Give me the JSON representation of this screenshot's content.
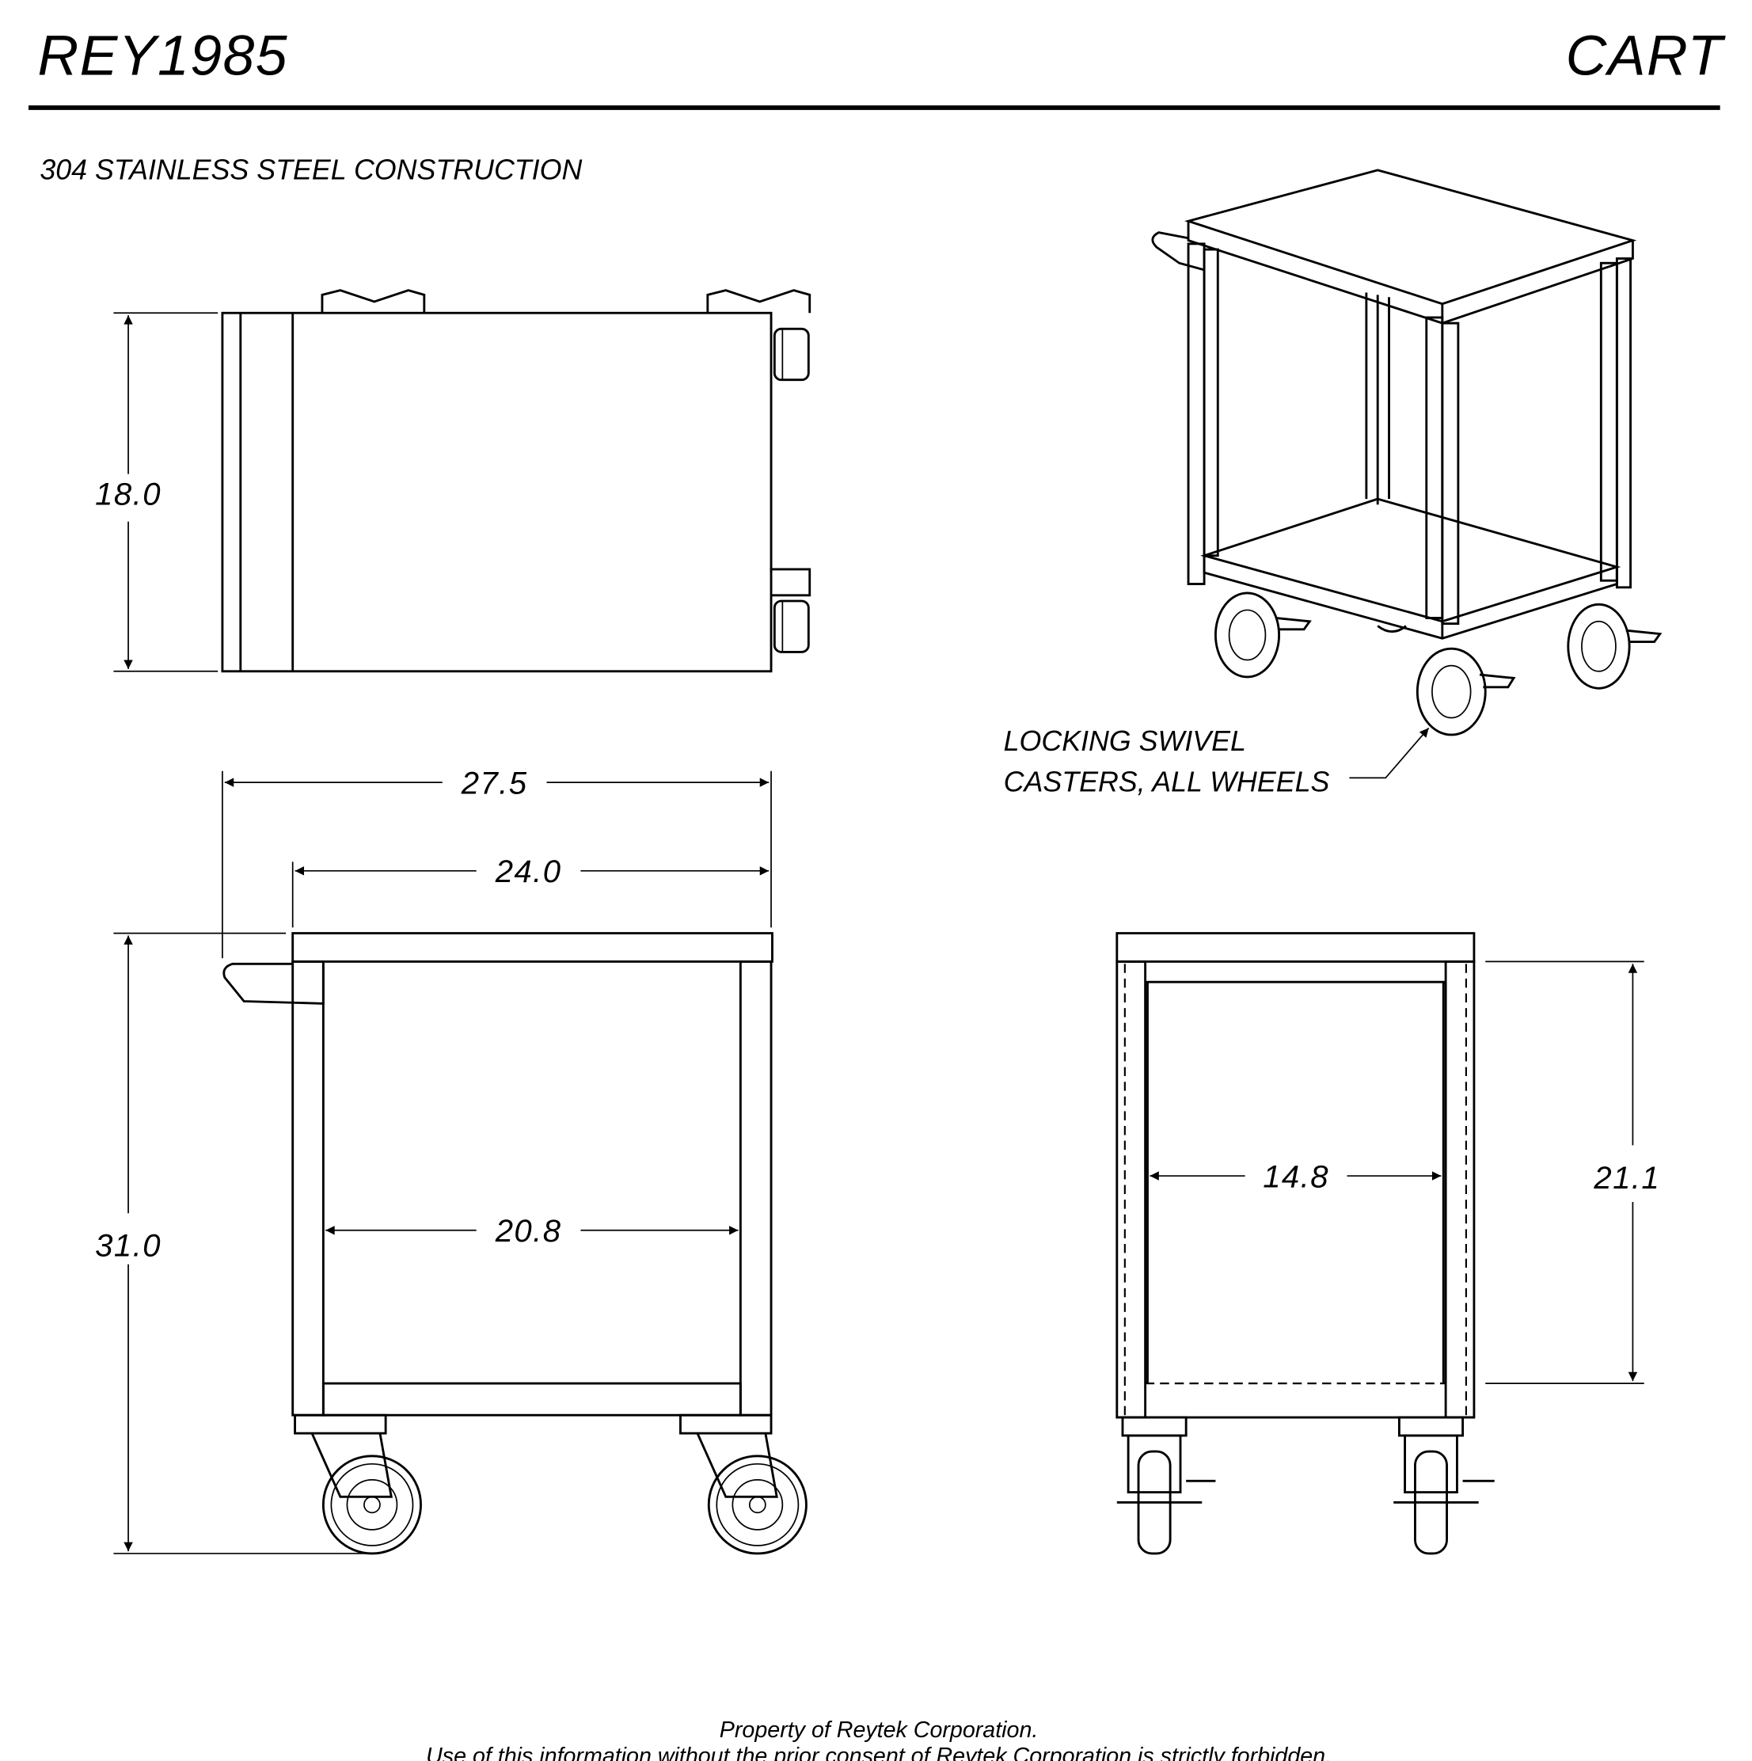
{
  "header": {
    "part_number": "REY1985",
    "part_name": "CART",
    "material_note": "304 STAINLESS STEEL CONSTRUCTION"
  },
  "top_view": {
    "depth_dim": "18.0"
  },
  "side_view": {
    "overall_length_dim": "27.5",
    "top_length_dim": "24.0",
    "inner_length_dim": "20.8",
    "height_dim": "31.0"
  },
  "front_view": {
    "inner_width_dim": "14.8",
    "inner_height_dim": "21.1"
  },
  "iso_view": {
    "callout_line1": "LOCKING SWIVEL",
    "callout_line2": "CASTERS, ALL WHEELS"
  },
  "footer": {
    "line1": "Property of Reytek Corporation.",
    "line2": "Use of this information without the prior consent of Reytek Corporation is strictly forbidden."
  }
}
